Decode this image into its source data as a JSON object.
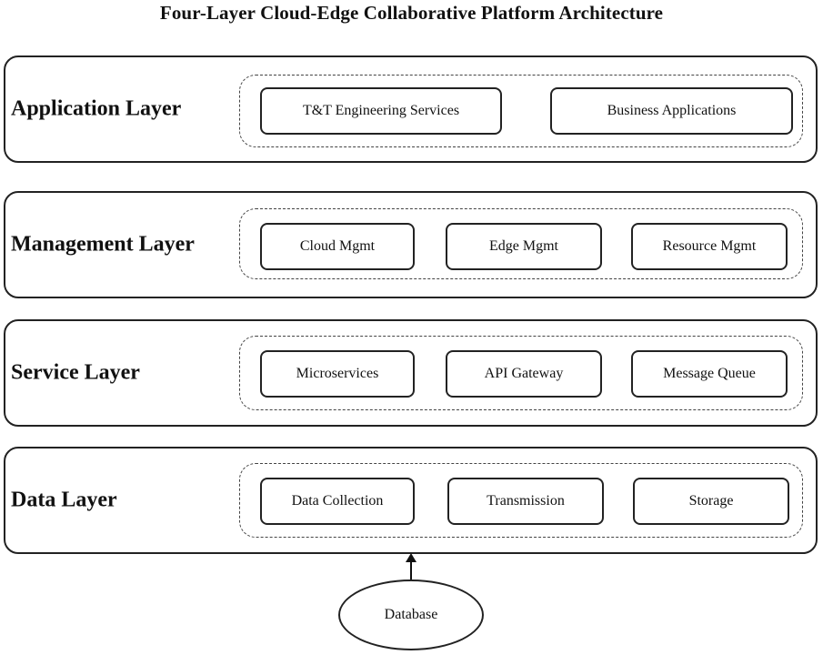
{
  "title": "Four-Layer Cloud-Edge Collaborative Platform Architecture",
  "layers": [
    {
      "label": "Application Layer",
      "components": [
        "T&T Engineering Services",
        "Business Applications"
      ]
    },
    {
      "label": "Management Layer",
      "components": [
        "Cloud Mgmt",
        "Edge Mgmt",
        "Resource Mgmt"
      ]
    },
    {
      "label": "Service Layer",
      "components": [
        "Microservices",
        "API Gateway",
        "Message Queue"
      ]
    },
    {
      "label": "Data Layer",
      "components": [
        "Data Collection",
        "Transmission",
        "Storage"
      ]
    }
  ],
  "database": {
    "label": "Database"
  }
}
